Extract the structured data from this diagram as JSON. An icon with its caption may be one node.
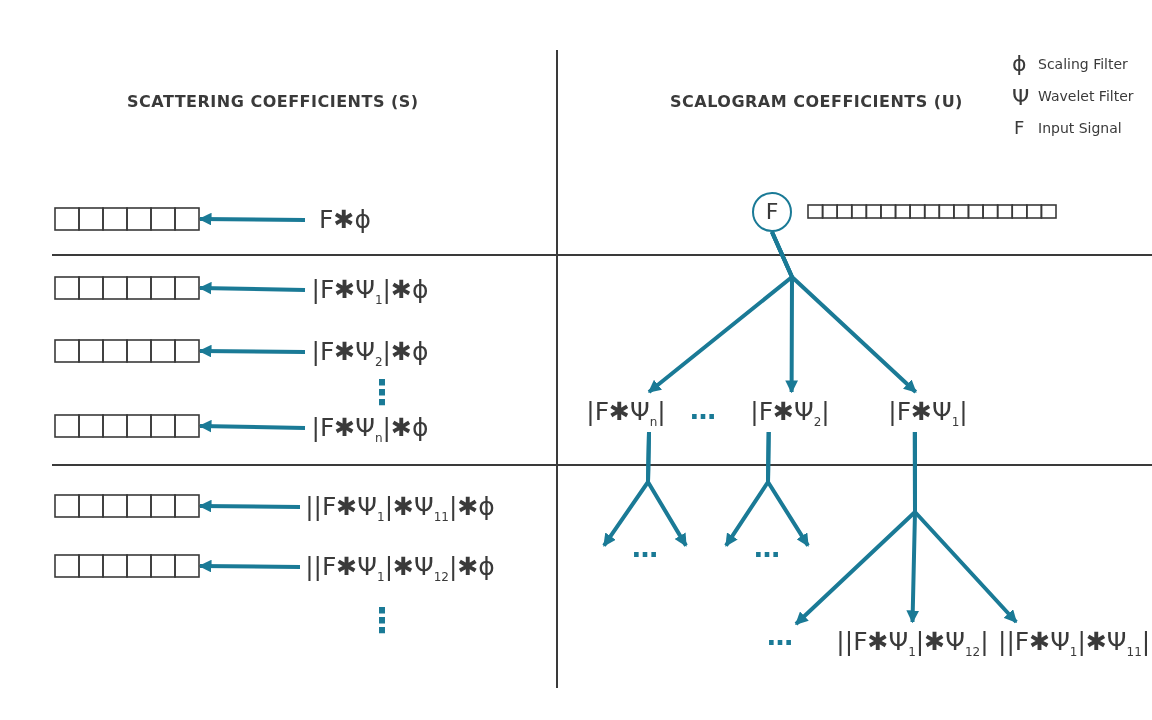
{
  "diagram": {
    "nodes": [
      {
        "text": [],
        "shape": "box"
      },
      {
        "text": [
          "F✱ϕ"
        ]
      },
      {
        "text": [
          "F"
        ]
      },
      {
        "text": [],
        "shape": "box"
      },
      {
        "text": [],
        "shape": "box"
      },
      {
        "text": [
          "|F✱Ψ$_{1}$|✱ϕ"
        ]
      },
      {
        "text": [],
        "shape": "box"
      },
      {
        "text": [
          "|F✱Ψ$_{2}$|✱ϕ"
        ]
      },
      {
        "text": [],
        "shape": "box"
      },
      {
        "text": [
          "|F✱Ψ$_{n}$|✱ϕ"
        ]
      },
      {
        "text": [
          "|F✱Ψ$_{n}$|"
        ]
      },
      {
        "text": [
          "|F✱Ψ$_{2}$|"
        ]
      },
      {
        "text": [
          "|F✱Ψ$_{1}$|"
        ]
      },
      {
        "text": [],
        "shape": "box"
      },
      {
        "text": [
          "||F✱Ψ$_{1}$|✱Ψ$_{11}$|✱ϕ"
        ]
      },
      {
        "text": [],
        "shape": "box"
      },
      {
        "text": [
          "||F✱Ψ$_{1}$|✱Ψ$_{12}$|✱ϕ"
        ]
      },
      {
        "text": [
          "…"
        ]
      },
      {
        "text": [
          "…"
        ]
      },
      {
        "text": [
          "…"
        ]
      },
      {
        "text": [
          "||F✱Ψ$_{1}$|✱Ψ$_{12}$|"
        ]
      },
      {
        "text": [
          "||F✱Ψ$_{1}$|✱Ψ$_{11}$|"
        ]
      }
    ],
    "edges": [
      {
        "from": 1,
        "to": 0,
        "arrow": "to"
      },
      {
        "from": 5,
        "to": 4,
        "arrow": "to"
      },
      {
        "from": 7,
        "to": 6,
        "arrow": "to"
      },
      {
        "from": 9,
        "to": 8,
        "arrow": "to"
      },
      {
        "from": 14,
        "to": 13,
        "arrow": "to"
      },
      {
        "from": 16,
        "to": 15,
        "arrow": "to"
      },
      {
        "from": 2,
        "to": 10,
        "arrow": "to"
      },
      {
        "from": 2,
        "to": 11,
        "arrow": "to"
      },
      {
        "from": 2,
        "to": 12,
        "arrow": "to"
      },
      {
        "from": 10,
        "to": 17,
        "arrow": "to"
      },
      {
        "from": 10,
        "to": 17,
        "arrow": "to"
      },
      {
        "from": 11,
        "to": 18,
        "arrow": "to"
      },
      {
        "from": 11,
        "to": 18,
        "arrow": "to"
      },
      {
        "from": 12,
        "to": 19,
        "arrow": "to"
      },
      {
        "from": 12,
        "to": 20,
        "arrow": "to"
      },
      {
        "from": 12,
        "to": 21,
        "arrow": "to"
      }
    ],
    "labels": [
      "SCATTERING COEFFICIENTS (S)",
      "SCALOGRAM COEFFICIENTS (U)",
      "ϕ",
      "Ψ",
      "F",
      "⋮",
      "…",
      "⋮"
    ],
    "legend": [
      {
        "text": "Scaling Filter"
      },
      {
        "text": "Wavelet Filter"
      },
      {
        "text": "Input Signal"
      }
    ]
  }
}
